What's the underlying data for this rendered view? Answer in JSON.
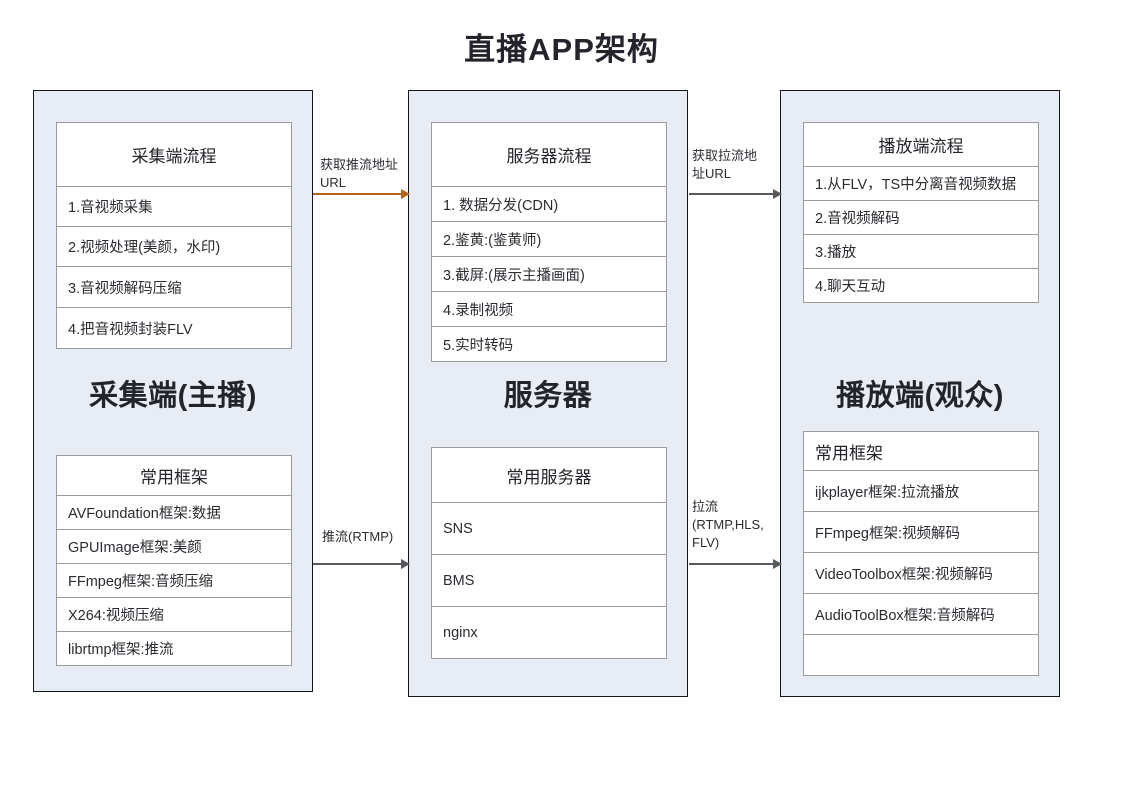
{
  "title": "直播APP架构",
  "colors": {
    "panel_fill": "#e7ecf5",
    "panel_border": "#15151c",
    "table_border": "#9b9b9b",
    "arrow_orange": "#b2651f",
    "arrow_gray": "#58585f",
    "text": "#2b2b33"
  },
  "columns": {
    "capture": {
      "heading": "采集端(主播)",
      "flow_table": {
        "header": "采集端流程",
        "rows": [
          "1.音视频采集",
          "2.视频处理(美颜，水印)",
          "3.音视频解码压缩",
          "4.把音视频封装FLV"
        ]
      },
      "framework_table": {
        "header": "常用框架",
        "rows": [
          "AVFoundation框架:数据",
          "GPUImage框架:美颜",
          "FFmpeg框架:音频压缩",
          "X264:视频压缩",
          "librtmp框架:推流"
        ]
      }
    },
    "server": {
      "heading": "服务器",
      "flow_table": {
        "header": "服务器流程",
        "rows": [
          "1. 数据分发(CDN)",
          "2.鉴黄:(鉴黄师)",
          "3.截屏:(展示主播画面)",
          "4.录制视频",
          "5.实时转码"
        ]
      },
      "framework_table": {
        "header": "常用服务器",
        "rows": [
          "SNS",
          "BMS",
          "nginx"
        ]
      }
    },
    "player": {
      "heading": "播放端(观众)",
      "flow_table": {
        "header": "播放端流程",
        "rows": [
          "1.从FLV，TS中分离音视频数据",
          "2.音视频解码",
          "3.播放",
          "4.聊天互动"
        ]
      },
      "framework_table": {
        "header": "常用框架",
        "rows": [
          "ijkplayer框架:拉流播放",
          "FFmpeg框架:视频解码",
          "VideoToolbox框架:视频解码",
          "AudioToolBox框架:音频解码",
          ""
        ]
      }
    }
  },
  "arrows": {
    "push_url": "获取推流地址\nURL",
    "pull_url": "获取拉流地\n址URL",
    "push_stream": "推流(RTMP)",
    "pull_stream": "拉流\n(RTMP,HLS,\nFLV)"
  }
}
